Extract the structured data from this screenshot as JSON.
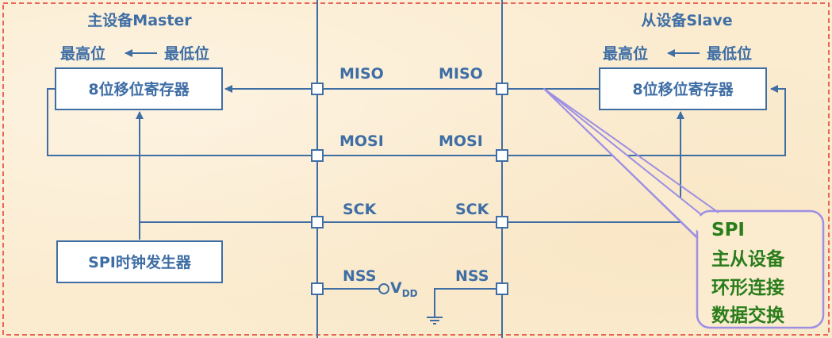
{
  "colors": {
    "line": "#3f6ea5",
    "box_fill": "#ffffff",
    "callout_border": "#9d8fe3",
    "callout_text": "#2a7d1b",
    "frame_dash": "#e2382f"
  },
  "master": {
    "title": "主设备Master",
    "msb": "最高位",
    "lsb": "最低位",
    "register": "8位移位寄存器",
    "clock": "SPI时钟发生器"
  },
  "slave": {
    "title": "从设备Slave",
    "msb": "最高位",
    "lsb": "最低位",
    "register": "8位移位寄存器"
  },
  "signals": {
    "miso_left": "MISO",
    "miso_right": "MISO",
    "mosi_left": "MOSI",
    "mosi_right": "MOSI",
    "sck_left": "SCK",
    "sck_right": "SCK",
    "nss_left": "NSS",
    "nss_right": "NSS",
    "vdd_main": "V",
    "vdd_sub": "DD"
  },
  "callout": {
    "line1": "SPI",
    "line2": "主从设备",
    "line3": "环形连接",
    "line4": "数据交换"
  }
}
